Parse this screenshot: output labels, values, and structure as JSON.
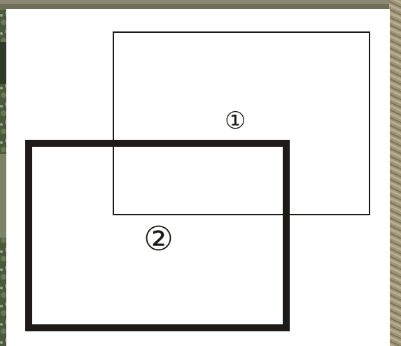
{
  "map": {
    "background": "aerial-photo",
    "panel_color": "#ffffff",
    "stroke_color": "#1d1a17"
  },
  "areas": [
    {
      "label": "①",
      "outline": "thin"
    },
    {
      "label": "②",
      "outline": "thick"
    }
  ]
}
